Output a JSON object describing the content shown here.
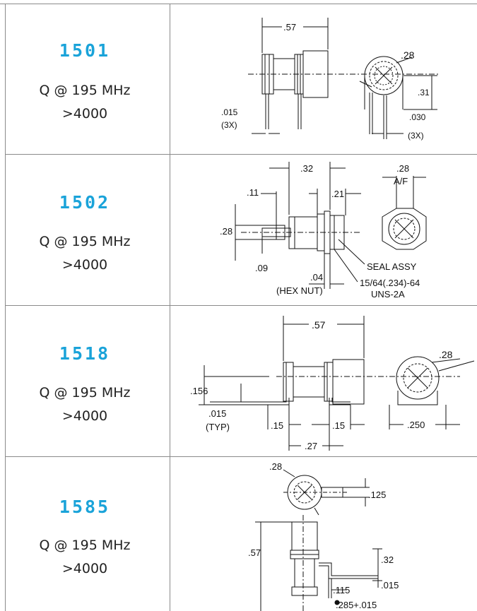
{
  "rows": [
    {
      "part": "1501",
      "q_line": "Q @ 195 MHz",
      "q_value": ">4000",
      "dims": {
        "a": ".57",
        "b": ".28",
        "c": ".31",
        "d": ".015",
        "e": "(3X)",
        "f": ".030",
        "g": "(3X)"
      }
    },
    {
      "part": "1502",
      "q_line": "Q @ 195 MHz",
      "q_value": ">4000",
      "dims": {
        "a": ".32",
        "b": ".28",
        "c": "A/F",
        "d": ".11",
        "e": ".21",
        "f": ".28",
        "g": ".09",
        "h": ".04",
        "i": "(HEX NUT)",
        "j": "SEAL ASSY",
        "k": "15/64(.234)-64",
        "l": "UNS-2A"
      }
    },
    {
      "part": "1518",
      "q_line": "Q @ 195 MHz",
      "q_value": ">4000",
      "dims": {
        "a": ".57",
        "b": ".28",
        "c": ".156",
        "d": ".015",
        "e": "(TYP)",
        "f": ".15",
        "g": ".15",
        "h": ".27",
        "i": ".250"
      }
    },
    {
      "part": "1585",
      "q_line": "Q @ 195 MHz",
      "q_value": ">4000",
      "dims": {
        "a": ".28",
        "b": ".125",
        "c": ".57",
        "d": ".32",
        "e": ".015",
        "f": ".115",
        "g": ".285+.015"
      }
    }
  ]
}
